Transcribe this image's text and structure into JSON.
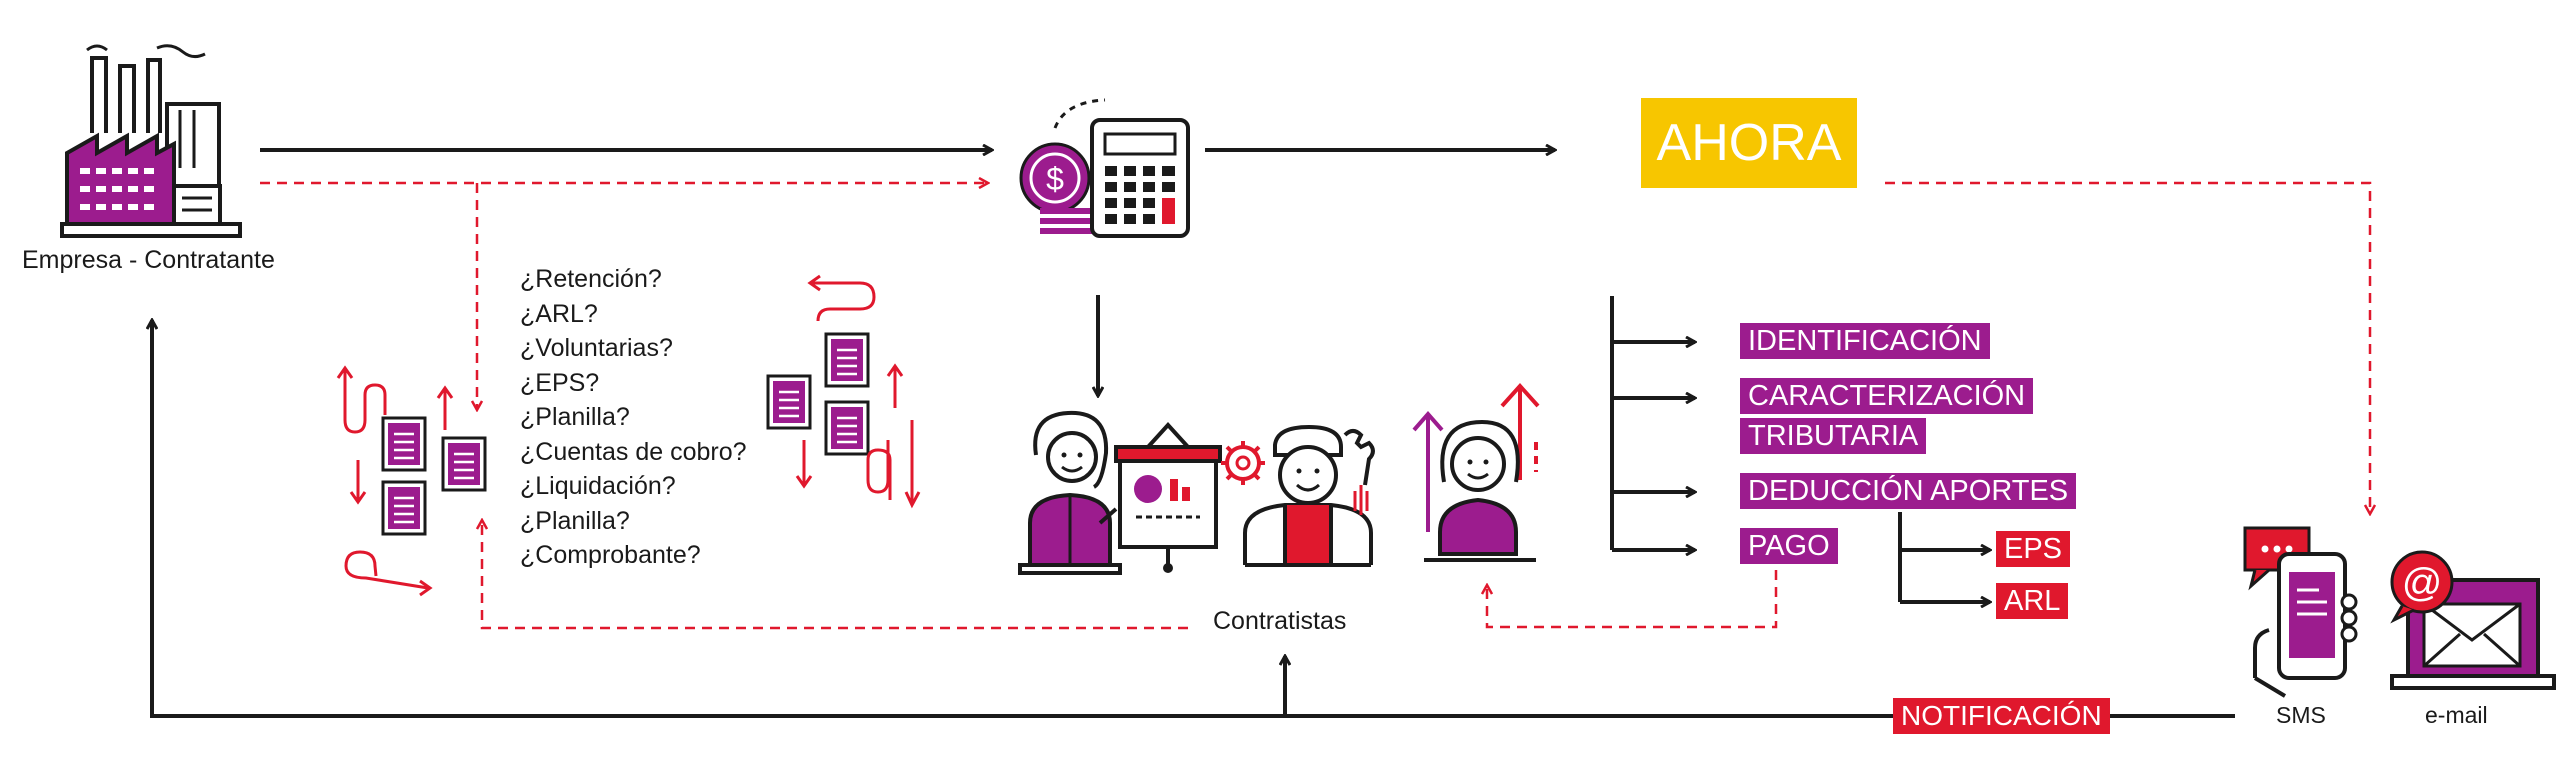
{
  "labels": {
    "empresa": "Empresa -  Contratante",
    "contratistas": "Contratistas",
    "ahora": "AHORA",
    "notificacion": "NOTIFICACIÓN",
    "sms": "SMS",
    "email": "e-mail",
    "email_symbol": "@"
  },
  "questions": [
    "¿Retención?",
    "¿ARL?",
    "¿Voluntarias?",
    "¿EPS?",
    "¿Planilla?",
    "¿Cuentas de cobro?",
    "¿Liquidación?",
    "¿Planilla?",
    "¿Comprobante?"
  ],
  "steps": {
    "identificacion": "IDENTIFICACIÓN",
    "caracterizacion_1": "CARACTERIZACIÓN",
    "caracterizacion_2": "TRIBUTARIA",
    "deduccion": "DEDUCCIÓN APORTES",
    "pago": "PAGO",
    "eps": "EPS",
    "arl": "ARL"
  },
  "colors": {
    "purple": "#9c1c8e",
    "red": "#e0182d",
    "yellow": "#f7c600",
    "line": "#1a1a1a"
  },
  "icons": [
    "factory-icon",
    "calculator-coin-icon",
    "presenter-icon",
    "mechanic-icon",
    "woman-growth-icon",
    "phone-sms-icon",
    "laptop-email-icon",
    "document-icon",
    "squiggle-arrow-icon"
  ]
}
